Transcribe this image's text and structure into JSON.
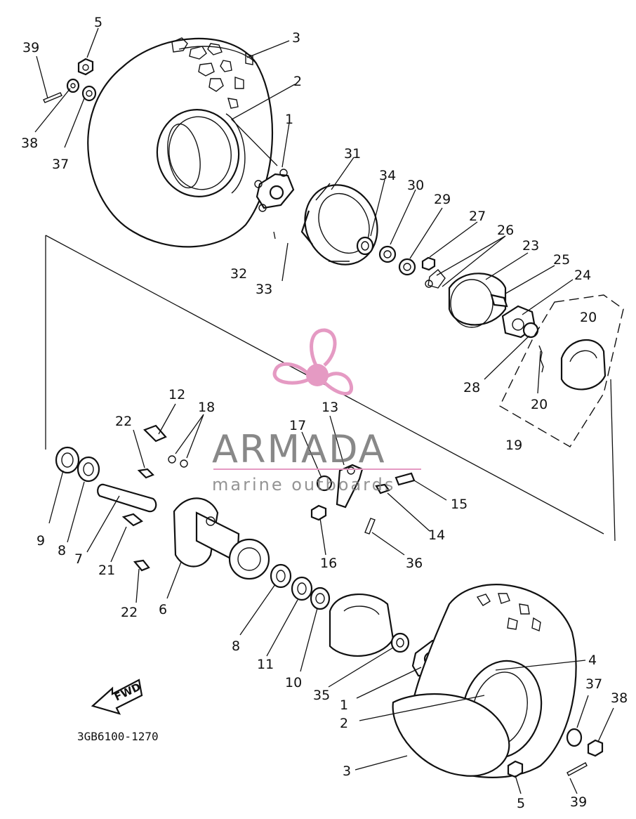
{
  "drawing_code": "3GB6100-1270",
  "fwd_label": "FWD",
  "watermark": {
    "brand": "ARMADA",
    "tagline": "marine outboards",
    "logo_color": "#e59ac3"
  },
  "callouts": {
    "c39a": "39",
    "c5a": "5",
    "c3a": "3",
    "c2a": "2",
    "c1a": "1",
    "c38a": "38",
    "c37a": "37",
    "c31": "31",
    "c34": "34",
    "c30": "30",
    "c29": "29",
    "c27": "27",
    "c26": "26",
    "c23": "23",
    "c25": "25",
    "c24": "24",
    "c20a": "20",
    "c20b": "20",
    "c28": "28",
    "c19": "19",
    "c32": "32",
    "c33": "33",
    "c12": "12",
    "c18": "18",
    "c22a": "22",
    "c13": "13",
    "c17": "17",
    "c15": "15",
    "c14": "14",
    "c16": "16",
    "c36": "36",
    "c9": "9",
    "c8a": "8",
    "c7": "7",
    "c21": "21",
    "c22b": "22",
    "c6": "6",
    "c8b": "8",
    "c11": "11",
    "c10": "10",
    "c35": "35",
    "c1b": "1",
    "c4": "4",
    "c37b": "37",
    "c38b": "38",
    "c2b": "2",
    "c3b": "3",
    "c5b": "5",
    "c39b": "39"
  }
}
